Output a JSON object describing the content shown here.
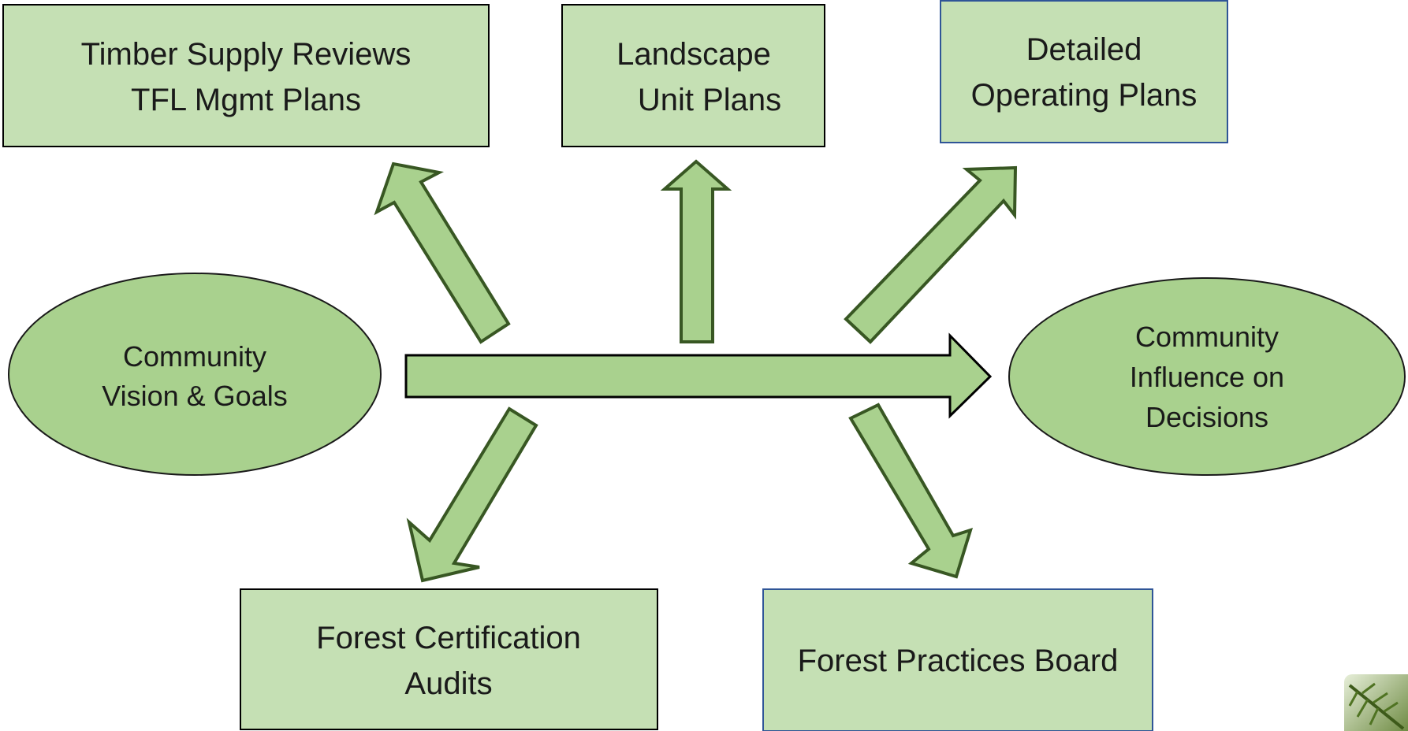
{
  "colors": {
    "fill": "#c5e0b4",
    "ellipse_fill": "#a9d18e",
    "arrow_fill": "#a9d18e",
    "arrow_stroke": "#385723",
    "box_stroke_dark": "#000000",
    "box_stroke_blue": "#2f5597",
    "text": "#1a1a1a"
  },
  "boxes": {
    "timber": {
      "line1": "Timber Supply Reviews",
      "line2": "TFL Mgmt Plans"
    },
    "landscape": {
      "line1": "Landscape",
      "line2": "Unit Plans"
    },
    "operating": {
      "line1": "Detailed",
      "line2": "Operating Plans"
    },
    "certification": {
      "line1": "Forest Certification",
      "line2": "Audits"
    },
    "practices": {
      "line1": "Forest Practices Board"
    }
  },
  "ellipses": {
    "vision": {
      "line1": "Community",
      "line2": "Vision & Goals"
    },
    "influence": {
      "line1": "Community",
      "line2": "Influence on",
      "line3": "Decisions"
    }
  },
  "photo_icon": "fir-branch-photo"
}
